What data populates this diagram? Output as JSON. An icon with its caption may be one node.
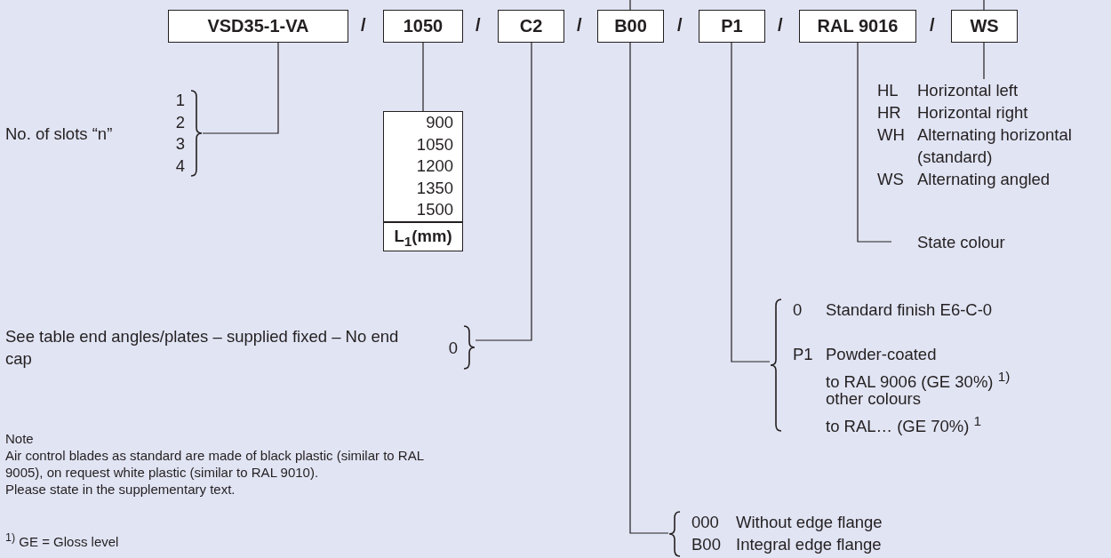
{
  "diagram": {
    "nodes": [
      {
        "text": [
          "VSD35-1-VA"
        ]
      },
      {
        "text": [
          "1050"
        ]
      },
      {
        "text": [
          "C2"
        ]
      },
      {
        "text": [
          "B00"
        ]
      },
      {
        "text": [
          "P1"
        ]
      },
      {
        "text": [
          "RAL 9016"
        ]
      },
      {
        "text": [
          "WS"
        ]
      },
      {
        "text": [
          "No. of slots “n”",
          "1",
          "2",
          "3",
          "4"
        ]
      },
      {
        "text": [
          "900",
          "1050",
          "1200",
          "1350",
          "1500",
          "L$_{1}$(mm)"
        ]
      },
      {
        "text": [
          "See table end angles/plates – supplied fixed – No end cap",
          "0"
        ]
      },
      {
        "text": [
          "0",
          "Standard finish E6-C-0",
          "P1",
          "Powder-coated",
          "to RAL 9006 (GE 30%) $^{1)}$",
          "other colours",
          "to RAL… (GE 70%) $^{1}$"
        ]
      },
      {
        "text": [
          "State colour"
        ]
      },
      {
        "text": [
          "HL",
          "Horizontal left",
          "HR",
          "Horizontal right",
          "WH",
          "Alternating horizontal (standard)",
          "WS",
          "Alternating angled"
        ]
      },
      {
        "text": [
          "000",
          "Without edge flange",
          "B00",
          "Integral edge flange"
        ]
      }
    ],
    "edges": [
      {
        "from": 0,
        "to": 7,
        "arrow": "none"
      },
      {
        "from": 1,
        "to": 8,
        "arrow": "none"
      },
      {
        "from": 2,
        "to": 9,
        "arrow": "none"
      },
      {
        "from": 3,
        "to": 13,
        "arrow": "none"
      },
      {
        "from": 4,
        "to": 10,
        "arrow": "none"
      },
      {
        "from": 5,
        "to": 11,
        "arrow": "none"
      },
      {
        "from": 6,
        "to": 12,
        "arrow": "none"
      },
      {
        "from": 3,
        "to": null,
        "arrow": "none"
      },
      {
        "from": 6,
        "to": null,
        "arrow": "none"
      }
    ],
    "labels": [
      "/",
      "/",
      "/",
      "/",
      "/",
      "/",
      "Note",
      "Air control blades as standard are made of black plastic (similar to RAL 9005), on request white plastic (similar to RAL 9010).",
      "Please state in the supplementary text.",
      "$^{1)}$  GE = Gloss level"
    ]
  }
}
